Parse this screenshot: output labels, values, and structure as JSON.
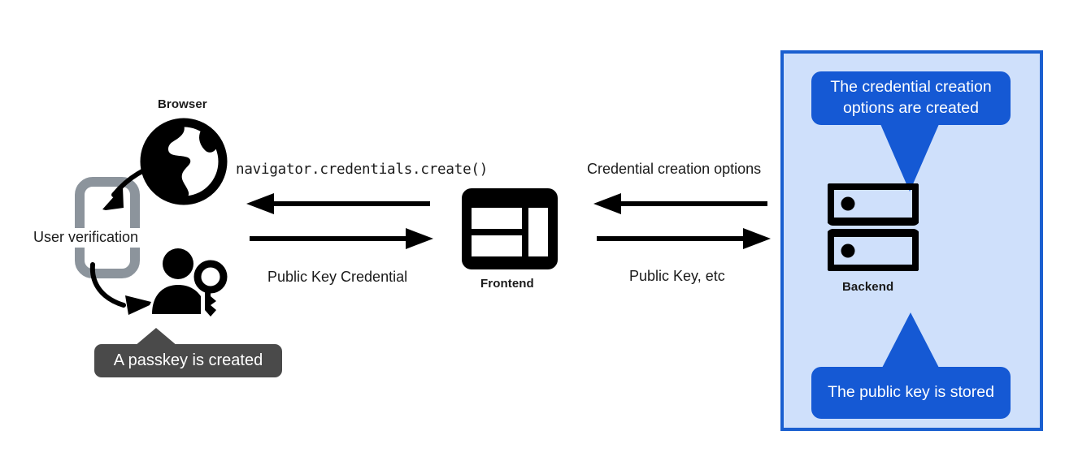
{
  "diagram": {
    "title": "WebAuthn passkey registration flow",
    "colors": {
      "panel_fill": "#cfe0fb",
      "panel_border": "#1a5fd0",
      "bubble_blue": "#1559d4",
      "tooltip_dark": "#4a4a4a",
      "icon_black": "#000000",
      "phone_grey": "#8c949c",
      "background": "#ffffff"
    }
  },
  "client": {
    "browser_label": "Browser",
    "browser_icon": "globe-icon",
    "phone_icon": "smartphone-icon",
    "user_verification_label": "User verification",
    "user_key_icon": "user-with-key-icon",
    "passkey_tooltip": "A passkey is created"
  },
  "frontend": {
    "label": "Frontend",
    "icon": "browser-window-layout-icon"
  },
  "backend": {
    "label": "Backend",
    "icon": "server-rack-icon",
    "callouts": [
      {
        "id": "credential-creation-options",
        "text": "The credential creation options are created",
        "pointer": "down"
      },
      {
        "id": "public-key-stored",
        "text": "The public key is stored",
        "pointer": "up"
      }
    ]
  },
  "flows": {
    "browser_frontend": [
      {
        "id": "navigator-create",
        "label": "navigator.credentials.create()",
        "direction": "left",
        "style": "mono"
      },
      {
        "id": "public-key-credential",
        "label": "Public Key Credential",
        "direction": "right",
        "style": "plain"
      }
    ],
    "frontend_backend": [
      {
        "id": "credential-creation-options-arrow",
        "label": "Credential creation options",
        "direction": "left",
        "style": "plain"
      },
      {
        "id": "public-key-etc",
        "label": "Public Key, etc",
        "direction": "right",
        "style": "plain"
      }
    ]
  }
}
